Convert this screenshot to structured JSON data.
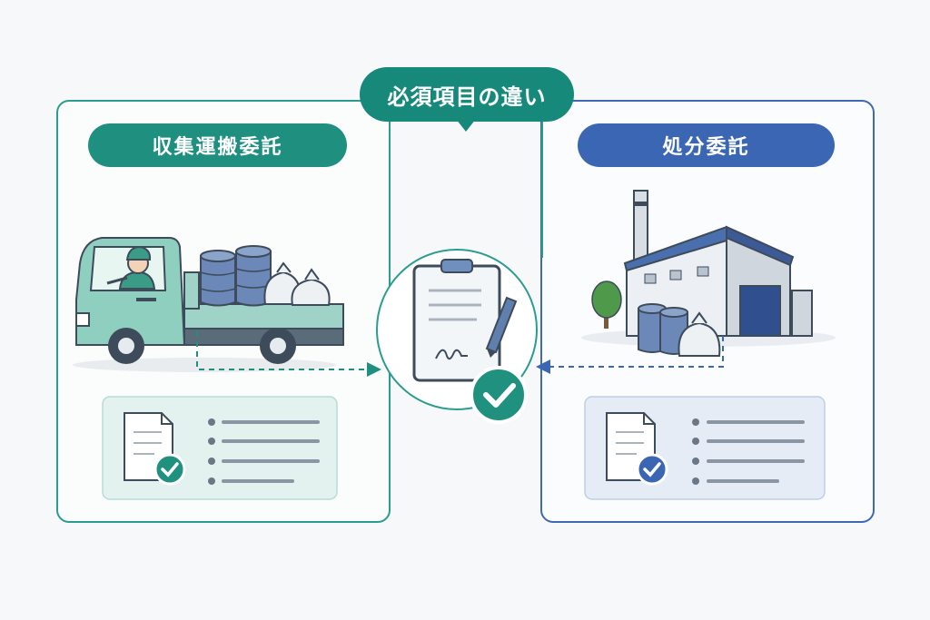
{
  "header": {
    "title": "必須項目の違い"
  },
  "left_panel": {
    "title": "収集運搬委託",
    "accent": "#1f8f80"
  },
  "right_panel": {
    "title": "処分委託",
    "accent": "#3a66b4"
  },
  "colors": {
    "teal": "#2a9d8f",
    "blue": "#3f68b5",
    "background": "#f7f8fa"
  },
  "icons": [
    "truck-icon",
    "driver-icon",
    "drum-icon",
    "waste-bag-icon",
    "clipboard-icon",
    "pen-icon",
    "check-icon",
    "factory-icon",
    "tree-icon",
    "document-icon"
  ]
}
